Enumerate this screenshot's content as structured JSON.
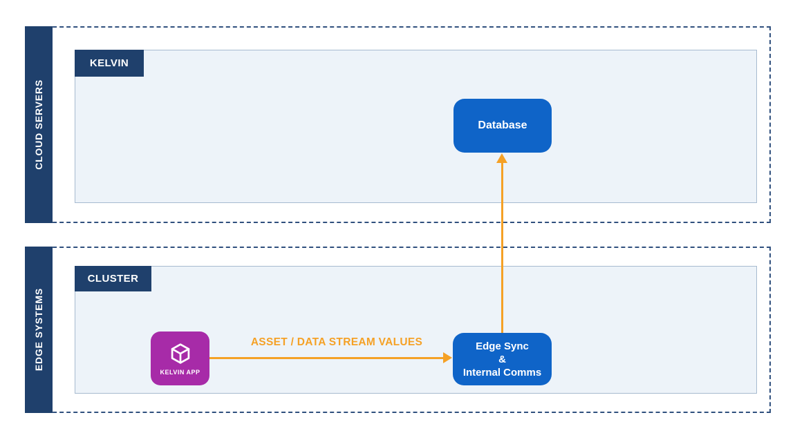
{
  "colors": {
    "navy": "#1F406C",
    "dashed_border": "#2F4F7D",
    "node_blue": "#0F64C8",
    "app_purple": "#A72BA8",
    "arrow_orange": "#F5A126",
    "panel_fill": "#EDF3F9",
    "panel_border": "#A6BACF",
    "text_on_dark": "#FFFFFF"
  },
  "cloud_section": {
    "sidebar_label": "CLOUD SERVERS",
    "panel_label": "KELVIN",
    "database_label": "Database"
  },
  "edge_section": {
    "sidebar_label": "EDGE SYSTEMS",
    "panel_label": "CLUSTER",
    "app_label": "KELVIN APP",
    "sync_node_lines": [
      "Edge Sync",
      "&",
      "Internal Comms"
    ]
  },
  "flow": {
    "stream_arrow_label": "ASSET / DATA STREAM VALUES"
  },
  "icons": {
    "kelvin_app_icon": "cube-icon"
  }
}
